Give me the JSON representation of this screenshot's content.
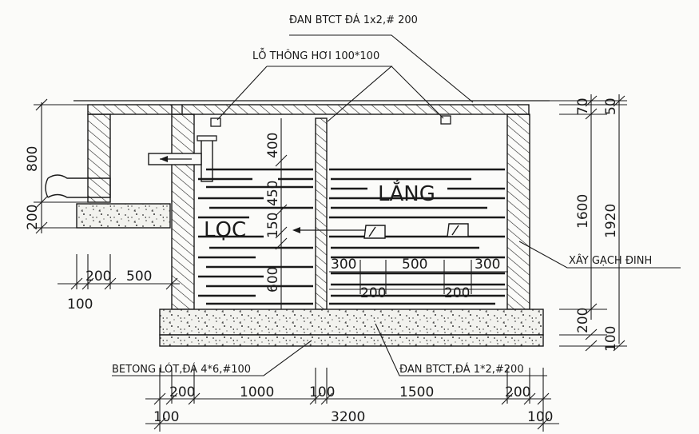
{
  "labels": {
    "slab_top": "ĐAN BTCT ĐÁ  1x2,# 200",
    "vent": "LỖ THÔNG HƠI 100*100",
    "settle": "LẮNG",
    "filter": "LỌC",
    "brick": "XÂY GẠCH ĐINH",
    "lean_concrete": "BETONG LÓT,ĐÁ 4*6,#100",
    "base_slab": "ĐAN BTCT,ĐÁ  1*2,#200"
  },
  "dims": {
    "right_70": "70",
    "right_50": "50",
    "right_1600": "1600",
    "right_1920": "1920",
    "right_200": "200",
    "right_100": "100",
    "left_800": "800",
    "left_200": "200",
    "pipe_200": "200",
    "pipe_500": "500",
    "pipe_100": "100",
    "inner_400": "400",
    "inner_450": "450",
    "inner_150": "150",
    "inner_600": "600",
    "inner_300a": "300",
    "inner_500": "500",
    "inner_300b": "300",
    "inner_200a": "200",
    "inner_200b": "200",
    "bot_200a": "200",
    "bot_1000": "1000",
    "bot_100a": "100",
    "bot_1500": "1500",
    "bot_200b": "200",
    "bot_100b": "100",
    "bot_3200": "3200",
    "bot_100c": "100"
  }
}
